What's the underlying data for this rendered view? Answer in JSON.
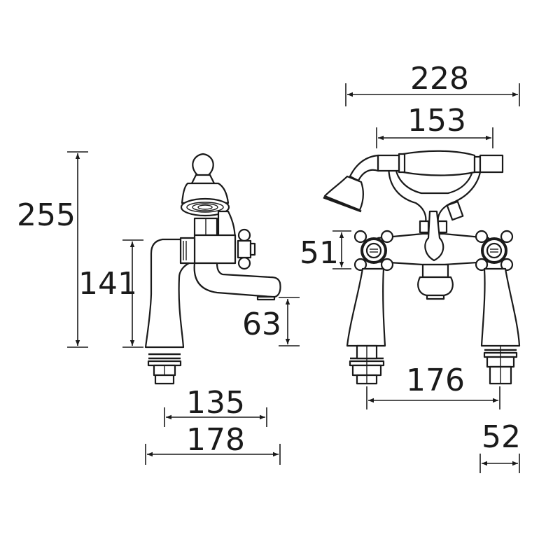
{
  "drawing": {
    "title": "Bath shower mixer dimension drawing",
    "units": "mm",
    "views": [
      "side-view",
      "front-view"
    ]
  },
  "dimensions": {
    "overall_height": "255",
    "body_height": "141",
    "spout_clearance": "63",
    "spout_projection": "135",
    "overall_depth": "178",
    "overall_width": "228",
    "handset_width": "153",
    "handle_height": "51",
    "tap_centres": "176",
    "leg_width": "52"
  },
  "colors": {
    "line": "#1a1a1a",
    "background": "#ffffff"
  }
}
